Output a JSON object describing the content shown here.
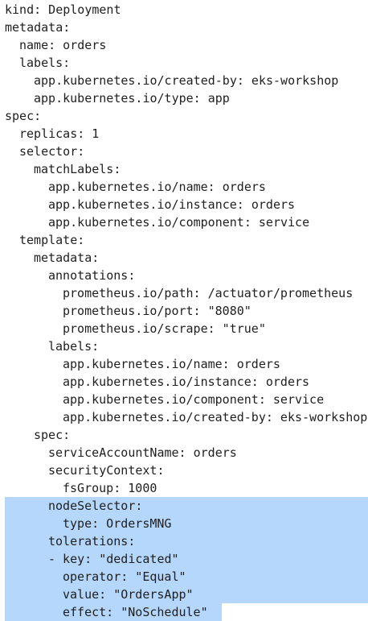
{
  "editor": {
    "lines": [
      {
        "text": "kind: Deployment",
        "indent": 0,
        "highlight": "none"
      },
      {
        "text": "metadata:",
        "indent": 0,
        "highlight": "none"
      },
      {
        "text": "name: orders",
        "indent": 1,
        "highlight": "none"
      },
      {
        "text": "labels:",
        "indent": 1,
        "highlight": "none"
      },
      {
        "text": "app.kubernetes.io/created-by: eks-workshop",
        "indent": 2,
        "highlight": "none"
      },
      {
        "text": "app.kubernetes.io/type: app",
        "indent": 2,
        "highlight": "none"
      },
      {
        "text": "spec:",
        "indent": 0,
        "highlight": "none"
      },
      {
        "text": "replicas: 1",
        "indent": 1,
        "highlight": "none"
      },
      {
        "text": "selector:",
        "indent": 1,
        "highlight": "none"
      },
      {
        "text": "matchLabels:",
        "indent": 2,
        "highlight": "none"
      },
      {
        "text": "app.kubernetes.io/name: orders",
        "indent": 3,
        "highlight": "none"
      },
      {
        "text": "app.kubernetes.io/instance: orders",
        "indent": 3,
        "highlight": "none"
      },
      {
        "text": "app.kubernetes.io/component: service",
        "indent": 3,
        "highlight": "none"
      },
      {
        "text": "template:",
        "indent": 1,
        "highlight": "none"
      },
      {
        "text": "metadata:",
        "indent": 2,
        "highlight": "none"
      },
      {
        "text": "annotations:",
        "indent": 3,
        "highlight": "none"
      },
      {
        "text": "prometheus.io/path: /actuator/prometheus",
        "indent": 4,
        "highlight": "none"
      },
      {
        "text": "prometheus.io/port: \"8080\"",
        "indent": 4,
        "highlight": "none"
      },
      {
        "text": "prometheus.io/scrape: \"true\"",
        "indent": 4,
        "highlight": "none"
      },
      {
        "text": "labels:",
        "indent": 3,
        "highlight": "none"
      },
      {
        "text": "app.kubernetes.io/name: orders",
        "indent": 4,
        "highlight": "none"
      },
      {
        "text": "app.kubernetes.io/instance: orders",
        "indent": 4,
        "highlight": "none"
      },
      {
        "text": "app.kubernetes.io/component: service",
        "indent": 4,
        "highlight": "none"
      },
      {
        "text": "app.kubernetes.io/created-by: eks-workshop",
        "indent": 4,
        "highlight": "none"
      },
      {
        "text": "spec:",
        "indent": 2,
        "highlight": "none"
      },
      {
        "text": "serviceAccountName: orders",
        "indent": 3,
        "highlight": "none"
      },
      {
        "text": "securityContext:",
        "indent": 3,
        "highlight": "none"
      },
      {
        "text": "fsGroup: 1000",
        "indent": 4,
        "highlight": "none"
      },
      {
        "text": "nodeSelector:",
        "indent": 3,
        "highlight": "full"
      },
      {
        "text": "type: OrdersMNG",
        "indent": 4,
        "highlight": "full"
      },
      {
        "text": "tolerations:",
        "indent": 3,
        "highlight": "full"
      },
      {
        "text": "- key: \"dedicated\"",
        "indent": 3,
        "highlight": "full"
      },
      {
        "text": "operator: \"Equal\"",
        "indent": 4,
        "highlight": "full"
      },
      {
        "text": "value: \"OrdersApp\"",
        "indent": 4,
        "highlight": "full"
      },
      {
        "text": "effect: \"NoSchedule\"",
        "indent": 4,
        "highlight": "partial"
      }
    ],
    "selection_color": "#b4d7fb",
    "text_color": "#1f1f1f",
    "background_color": "#ffffff"
  }
}
